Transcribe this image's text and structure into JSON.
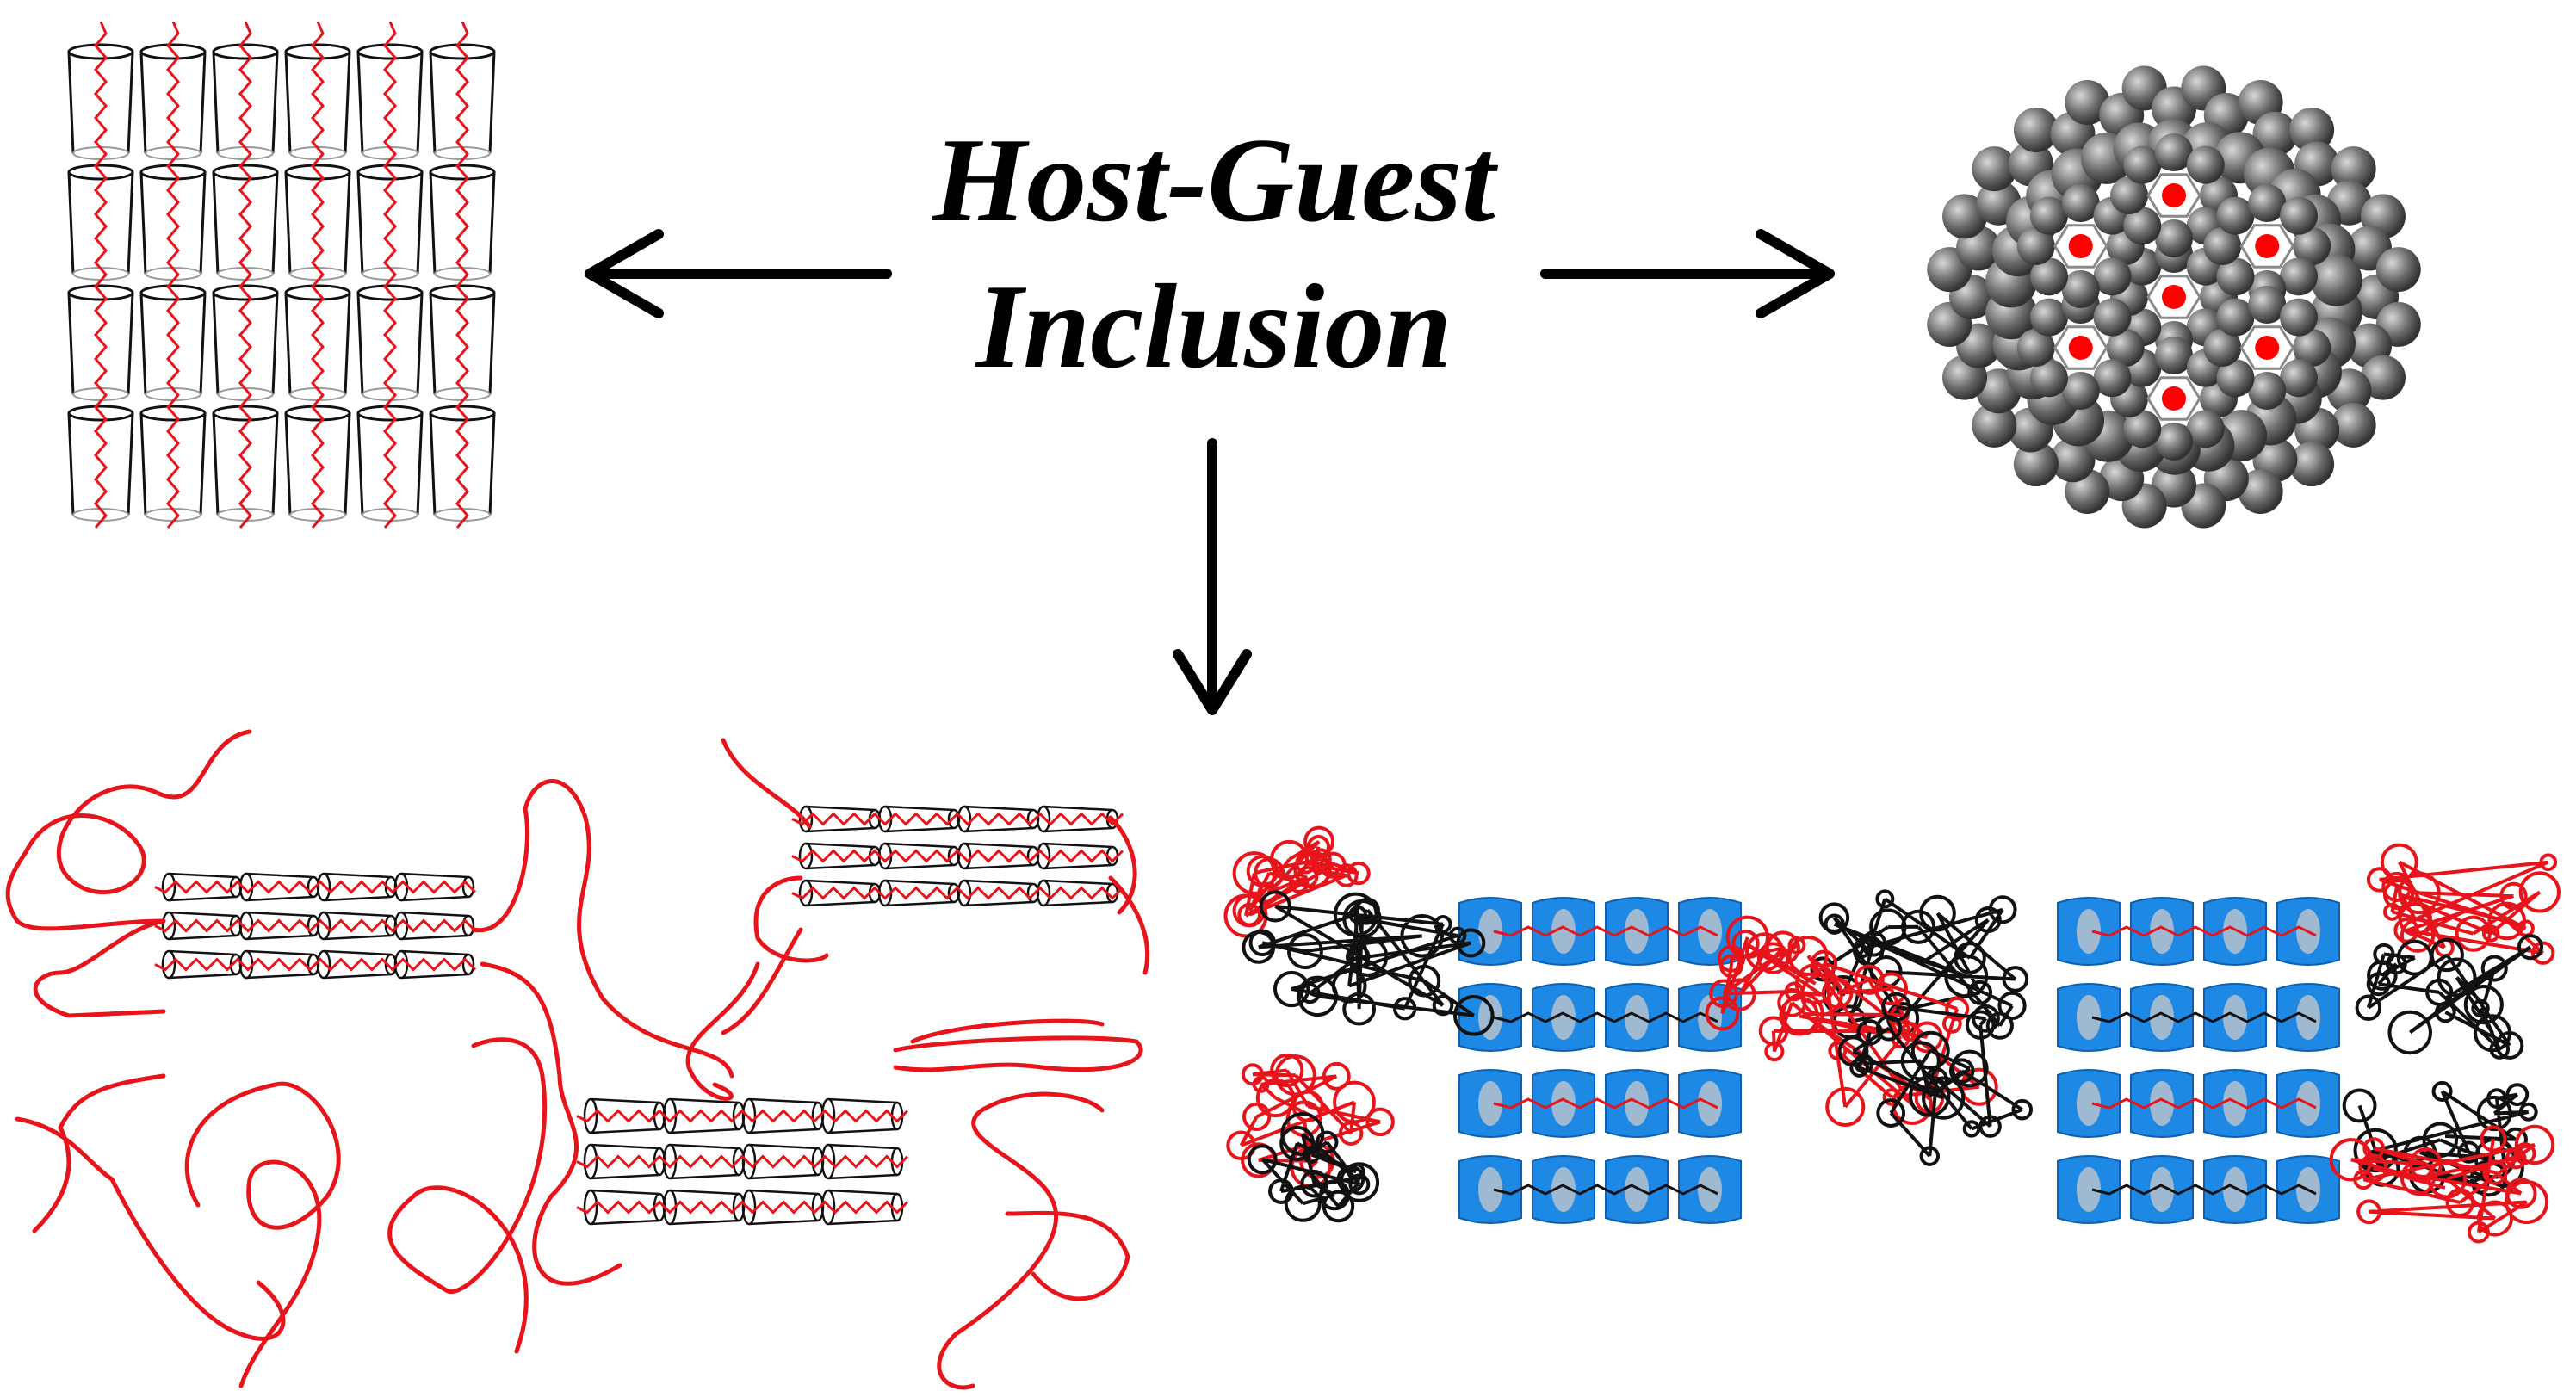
{
  "title": {
    "line1": "Host-Guest",
    "line2": "Inclusion"
  },
  "colors": {
    "guest_chain": "#e8141b",
    "host_ring": "#111111",
    "cd_blue": "#1e88e5",
    "atom_gray": "#6b6b6b",
    "channel_red": "#ff0000",
    "arrow": "#000000"
  },
  "panels": [
    {
      "id": "cd-ic-channel-array",
      "rows": 4,
      "cols": 6
    },
    {
      "id": "channel-top-view",
      "channels": 7
    },
    {
      "id": "partial-ic-random-coil",
      "clusters": 3
    },
    {
      "id": "triblock-ic-blue-cd",
      "clusters": 2
    }
  ]
}
